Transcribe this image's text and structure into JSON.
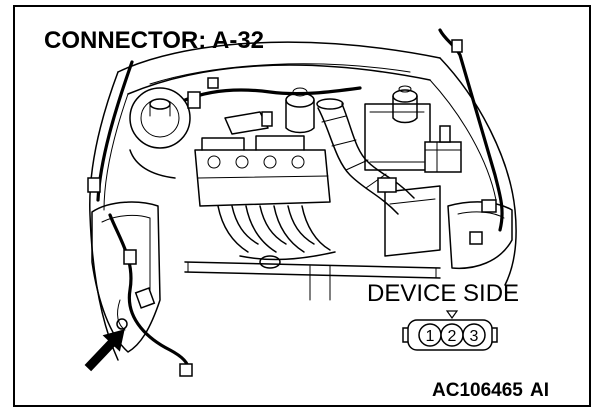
{
  "figure": {
    "title": "CONNECTOR: A-32",
    "device_label": "DEVICE SIDE",
    "code": "AC106465",
    "code_suffix": "AI"
  },
  "connector": {
    "pins": [
      "1",
      "2",
      "3"
    ]
  },
  "colors": {
    "line": "#000000",
    "background": "#ffffff"
  }
}
